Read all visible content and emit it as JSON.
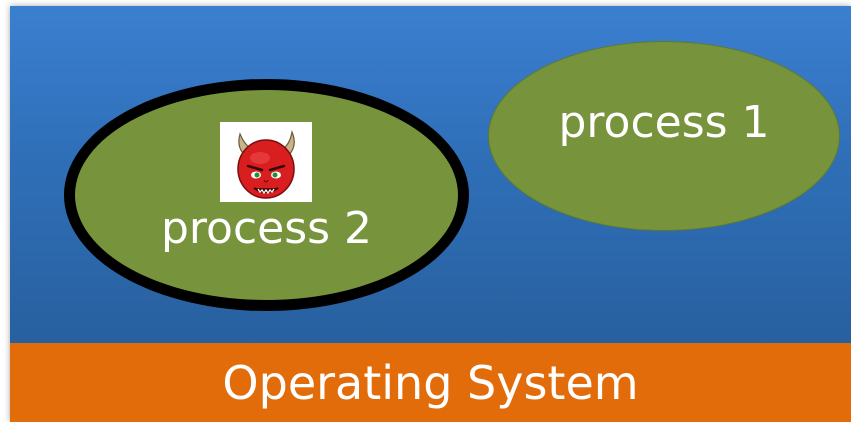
{
  "diagram": {
    "os_label": "Operating System",
    "process_1_label": "process 1",
    "process_2_label": "process 2",
    "colors": {
      "background_blue": "#3b7fd0",
      "os_bar": "#e36c0a",
      "process_fill": "#77933c",
      "process_2_border": "#000000",
      "text": "#ffffff"
    },
    "process_2_icon": "devil-icon"
  }
}
